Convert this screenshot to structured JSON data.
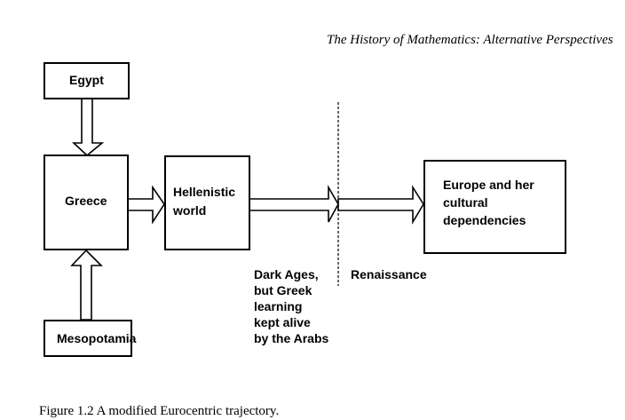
{
  "header": "The History of Mathematics: Alternative Perspectives",
  "nodes": {
    "egypt": "Egypt",
    "greece": "Greece",
    "hellenistic_1": "Hellenistic",
    "hellenistic_2": "world",
    "mesopotamia": "Mesopotamia",
    "europe_1": "Europe and her",
    "europe_2": "cultural",
    "europe_3": "dependencies"
  },
  "annotations": {
    "dark_ages": [
      "Dark Ages,",
      "but Greek",
      "learning",
      "kept alive",
      "by the Arabs"
    ],
    "renaissance": "Renaissance"
  },
  "caption": "Figure 1.2  A modified Eurocentric trajectory."
}
